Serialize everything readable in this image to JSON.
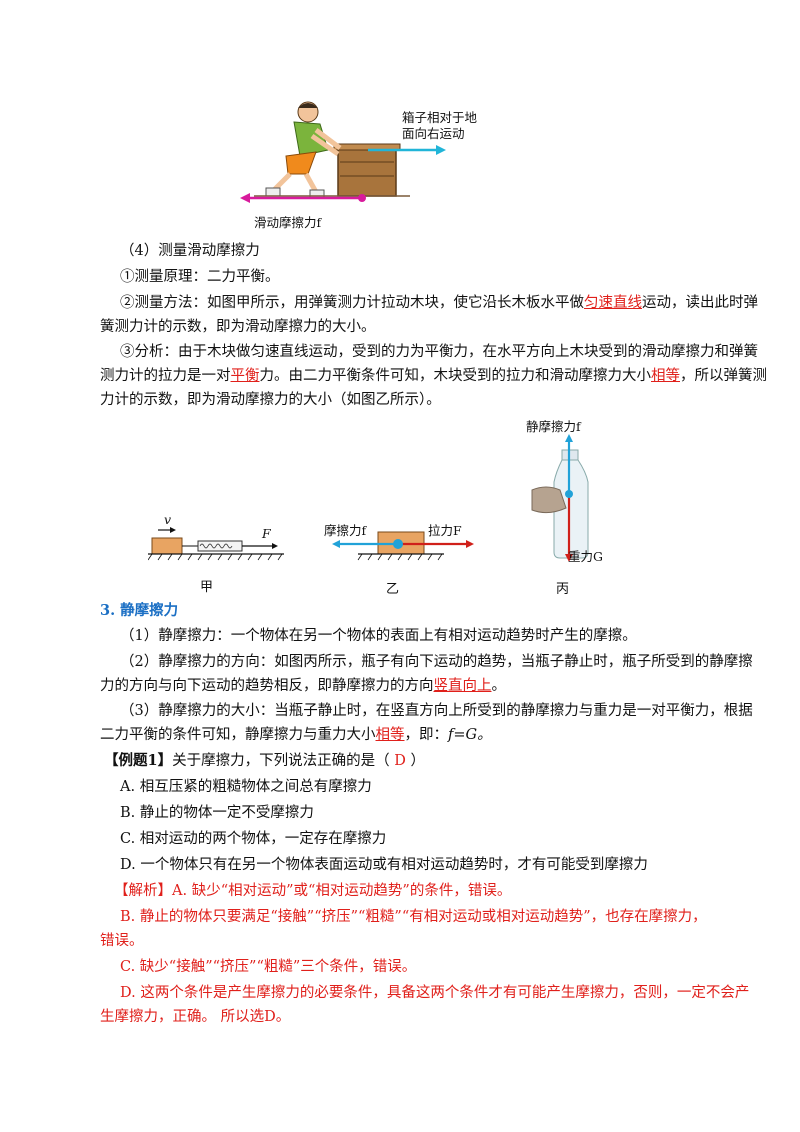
{
  "figure_top": {
    "label_motion_1": "箱子相对于地",
    "label_motion_2": "面向右运动",
    "label_friction": "滑动摩擦力f"
  },
  "section4": {
    "heading": "（4）测量滑动摩擦力",
    "principle": "①测量原理：二力平衡。",
    "method_a": "②测量方法：如图甲所示，用弹簧测力计拉动木块，使它沿长木板水平做",
    "method_blank": "匀速直线",
    "method_b": "运动，读出此时弹",
    "method_c": "簧测力计的示数，即为滑动摩擦力的大小。",
    "analysis_a": "③分析：由于木块做匀速直线运动，受到的力为平衡力，在水平方向上木块受到的滑动摩擦力和弹簧",
    "analysis_b1": "测力计的拉力是一对",
    "analysis_blank1": "平衡",
    "analysis_b2": "力。由二力平衡条件可知，木块受到的拉力和滑动摩擦力大小",
    "analysis_blank2": "相等",
    "analysis_b3": "，所以弹簧测",
    "analysis_c": "力计的示数，即为滑动摩擦力的大小（如图乙所示）。"
  },
  "figures": {
    "jia": {
      "v": "v",
      "F": "F",
      "caption": "甲"
    },
    "yi": {
      "friction": "摩擦力f",
      "pull": "拉力F",
      "caption": "乙"
    },
    "bing": {
      "static": "静摩擦力f",
      "gravity": "重力G",
      "caption": "丙"
    }
  },
  "section3": {
    "heading": "3. 静摩擦力",
    "p1": "（1）静摩擦力：一个物体在另一个物体的表面上有相对运动趋势时产生的摩擦。",
    "p2a": "（2）静摩擦力的方向：如图丙所示，瓶子有向下运动的趋势，当瓶子静止时，瓶子所受到的静摩擦",
    "p2b1": "力的方向与向下运动的趋势相反，即静摩擦力的方向",
    "p2_blank": "竖直向上",
    "p2b2": "。",
    "p3a": "（3）静摩擦力的大小：当瓶子静止时，在竖直方向上所受到的静摩擦力与重力是一对平衡力，根据",
    "p3b1": "二力平衡的条件可知，静摩擦力与重力大小",
    "p3_blank": "相等",
    "p3b2": "，即：",
    "p3_formula": "f=G。"
  },
  "example": {
    "tag": "【例题1】",
    "question": "关于摩擦力，下列说法正确的是（",
    "answer": " D ",
    "close": "）",
    "options": [
      "A. 相互压紧的粗糙物体之间总有摩擦力",
      "B. 静止的物体一定不受摩擦力",
      "C. 相对运动的两个物体，一定存在摩擦力",
      "D. 一个物体只有在另一个物体表面运动或有相对运动趋势时，才有可能受到摩擦力"
    ],
    "analysis_tag": "【解析】",
    "analysis_a": "A. 缺少“相对运动”或“相对运动趋势”的条件，错误。",
    "analysis_b1": "B. 静止的物体只要满足“接触”“挤压”“粗糙”“有相对运动或相对运动趋势”，也存在摩擦力，",
    "analysis_b2": "错误。",
    "analysis_c": "C. 缺少“接触”“挤压”“粗糙”三个条件，错误。",
    "analysis_d1": "D. 这两个条件是产生摩擦力的必要条件，具备这两个条件才有可能产生摩擦力，否则，一定不会产",
    "analysis_d2": "生摩擦力，正确。 所以选D。"
  }
}
